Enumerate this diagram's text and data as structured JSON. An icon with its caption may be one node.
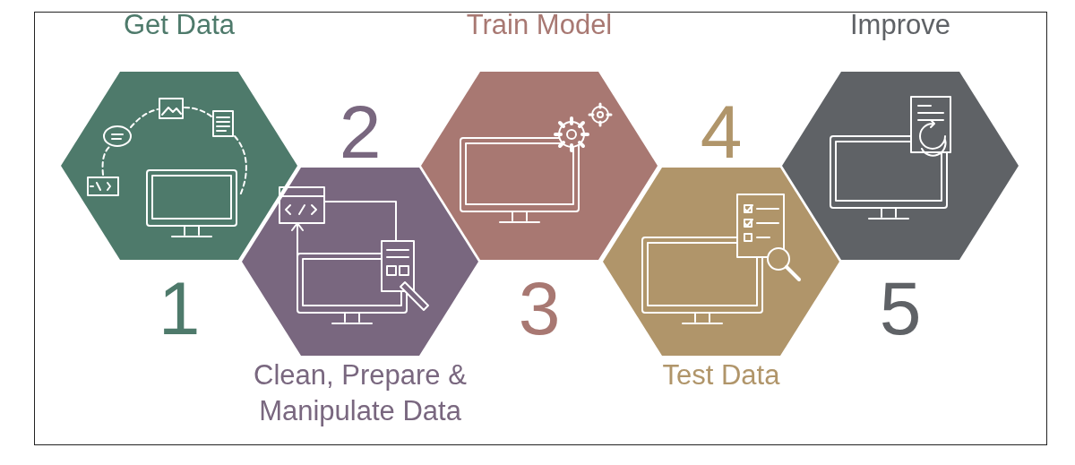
{
  "diagram": {
    "nodes": [
      {
        "text": [
          "Get Data"
        ],
        "beside": [
          "1"
        ]
      },
      {
        "text": [
          "Clean, Prepare & Manipulate Data"
        ],
        "beside": [
          "2"
        ]
      },
      {
        "text": [
          "Train Model"
        ],
        "beside": [
          "3"
        ]
      },
      {
        "text": [
          "Test Data"
        ],
        "beside": [
          "4"
        ]
      },
      {
        "text": [
          "Improve"
        ],
        "beside": [
          "5"
        ]
      }
    ]
  }
}
